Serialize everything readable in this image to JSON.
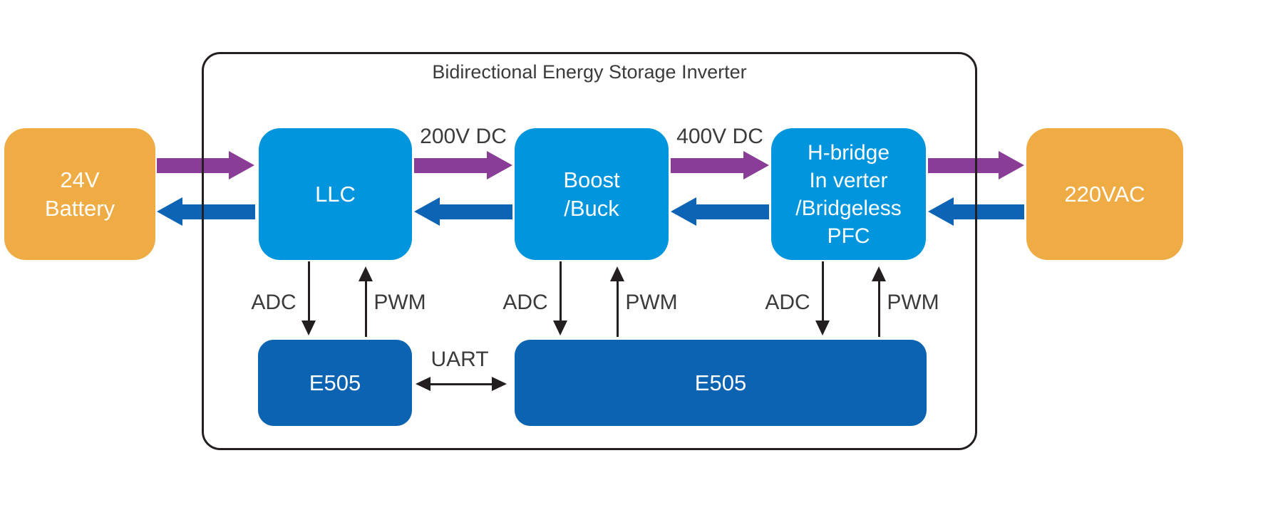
{
  "diagram": {
    "title": "Bidirectional Energy Storage Inverter",
    "nodes": {
      "battery": {
        "lines": [
          "24V",
          "Battery"
        ]
      },
      "llc": {
        "lines": [
          "LLC"
        ]
      },
      "boost_buck": {
        "lines": [
          "Boost",
          "/Buck"
        ]
      },
      "h_bridge": {
        "lines": [
          "H-bridge",
          "In verter",
          "/Bridgeless",
          "PFC"
        ]
      },
      "ac_grid": {
        "lines": [
          "220VAC"
        ]
      },
      "controller_left": {
        "label": "E505"
      },
      "controller_right": {
        "label": "E505"
      }
    },
    "flow_labels": {
      "dc200": "200V DC",
      "dc400": "400V DC"
    },
    "signal_labels": {
      "adc_llc": "ADC",
      "pwm_llc": "PWM",
      "adc_boost": "ADC",
      "pwm_boost": "PWM",
      "adc_hbridge": "ADC",
      "pwm_hbridge": "PWM",
      "uart": "UART"
    },
    "colors": {
      "orange": "#f0ac44",
      "light_blue": "#0095dc",
      "dark_blue": "#0b63b1",
      "arrow_purple": "#8a3d96",
      "arrow_blue": "#0e64b4",
      "line_black": "#231f20",
      "text_dark": "#3b3a3c"
    }
  }
}
